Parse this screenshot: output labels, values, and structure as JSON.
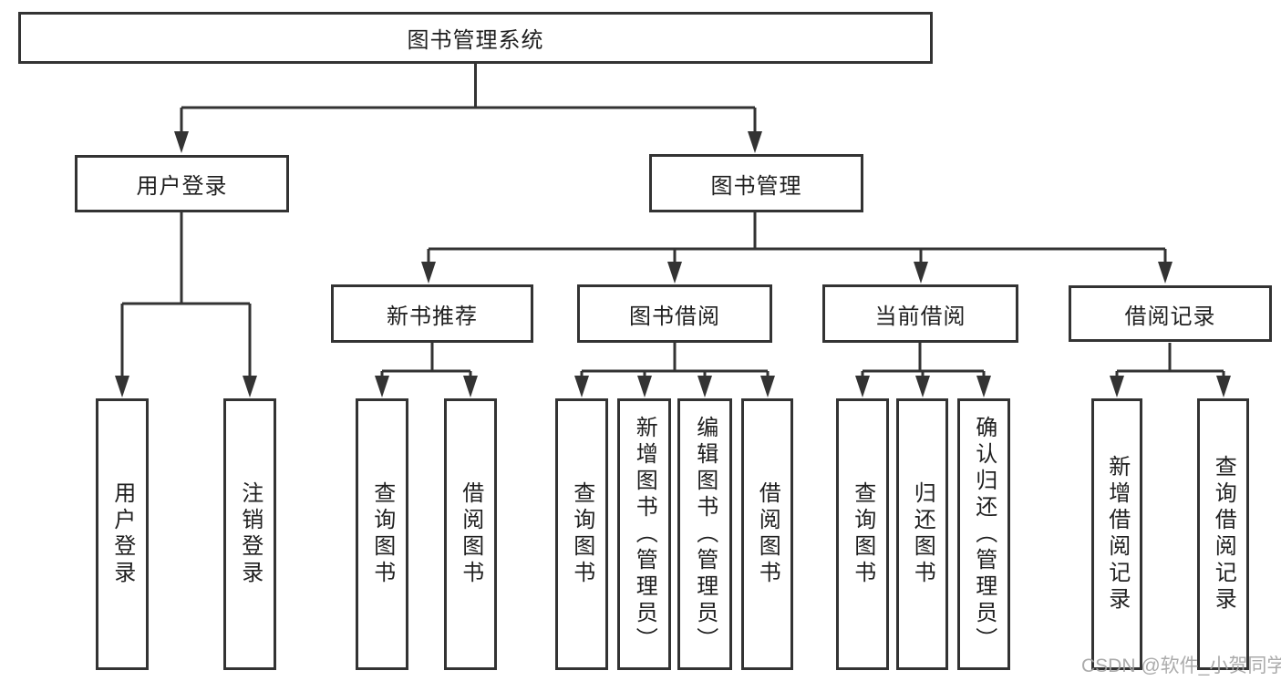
{
  "colors": {
    "line": "#333333",
    "text": "#1f1f1f",
    "box_bg": "#ffffff",
    "watermark": "#a3a3a3",
    "background": "#ffffff"
  },
  "watermark": {
    "text": "CSDN @软件_小贺同学"
  },
  "tree": {
    "root": {
      "label": "图书管理系统",
      "children": [
        {
          "label": "用户登录",
          "children": [
            {
              "label": "用户登录"
            },
            {
              "label": "注销登录"
            }
          ]
        },
        {
          "label": "图书管理",
          "children": [
            {
              "label": "新书推荐",
              "children": [
                {
                  "label": "查询图书"
                },
                {
                  "label": "借阅图书"
                }
              ]
            },
            {
              "label": "图书借阅",
              "children": [
                {
                  "label": "查询图书"
                },
                {
                  "label": "新增图书（管理员）"
                },
                {
                  "label": "编辑图书（管理员）"
                },
                {
                  "label": "借阅图书"
                }
              ]
            },
            {
              "label": "当前借阅",
              "children": [
                {
                  "label": "查询图书"
                },
                {
                  "label": "归还图书"
                },
                {
                  "label": "确认归还（管理员）"
                }
              ]
            },
            {
              "label": "借阅记录",
              "children": [
                {
                  "label": "新增借阅记录"
                },
                {
                  "label": "查询借阅记录"
                }
              ]
            }
          ]
        }
      ]
    }
  }
}
